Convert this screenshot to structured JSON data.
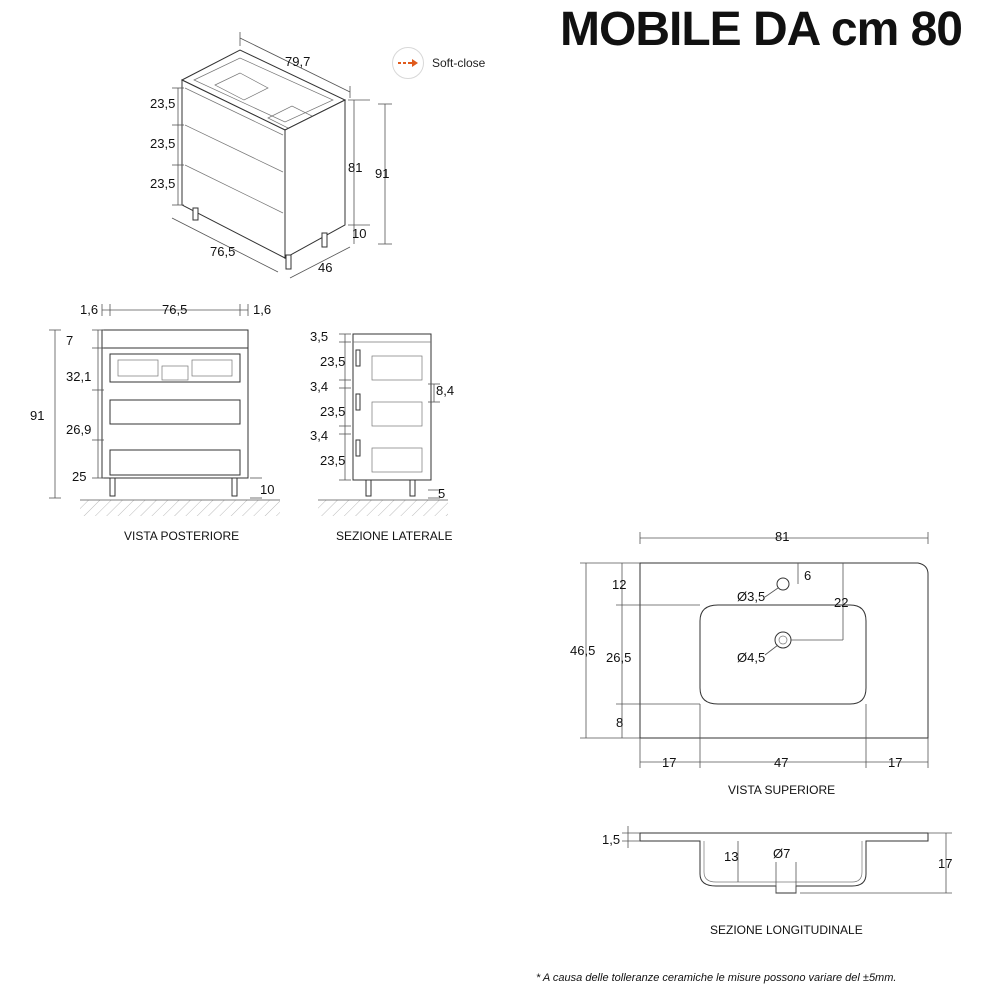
{
  "title": "MOBILE DA cm 80",
  "softclose": {
    "label": "Soft-close",
    "icon": "arrow-right-icon",
    "icon_color": "#e05a1c"
  },
  "iso": {
    "width": "79,7",
    "drawer1": "23,5",
    "drawer2": "23,5",
    "drawer3": "23,5",
    "body_h": "81",
    "total_h": "91",
    "feet": "10",
    "front_w": "76,5",
    "depth": "46"
  },
  "rear": {
    "left_gap": "1,6",
    "inner_w": "76,5",
    "right_gap": "1,6",
    "top": "7",
    "d1": "32,1",
    "d2": "26,9",
    "d3": "25",
    "total": "91",
    "feet": "10",
    "caption": "VISTA POSTERIORE"
  },
  "side": {
    "top": "3,5",
    "d1": "23,5",
    "gap1": "3,4",
    "d2": "23,5",
    "gap2": "3,4",
    "d3": "23,5",
    "handle": "8,4",
    "feet": "5",
    "caption": "SEZIONE LATERALE"
  },
  "top_view": {
    "width": "81",
    "depth": "46,5",
    "rear": "12",
    "tap_dia": "Ø3,5",
    "tap_off": "6",
    "basin_off": "22",
    "basin_h": "26,5",
    "drain_dia": "Ø4,5",
    "front": "8",
    "left": "17",
    "basin_w": "47",
    "right": "17",
    "caption": "VISTA SUPERIORE"
  },
  "long_section": {
    "thickness": "1,5",
    "depth": "13",
    "drain": "Ø7",
    "total": "17",
    "caption": "SEZIONE LONGITUDINALE"
  },
  "note": "* A causa delle tolleranze ceramiche le misure possono variare del ±5mm."
}
